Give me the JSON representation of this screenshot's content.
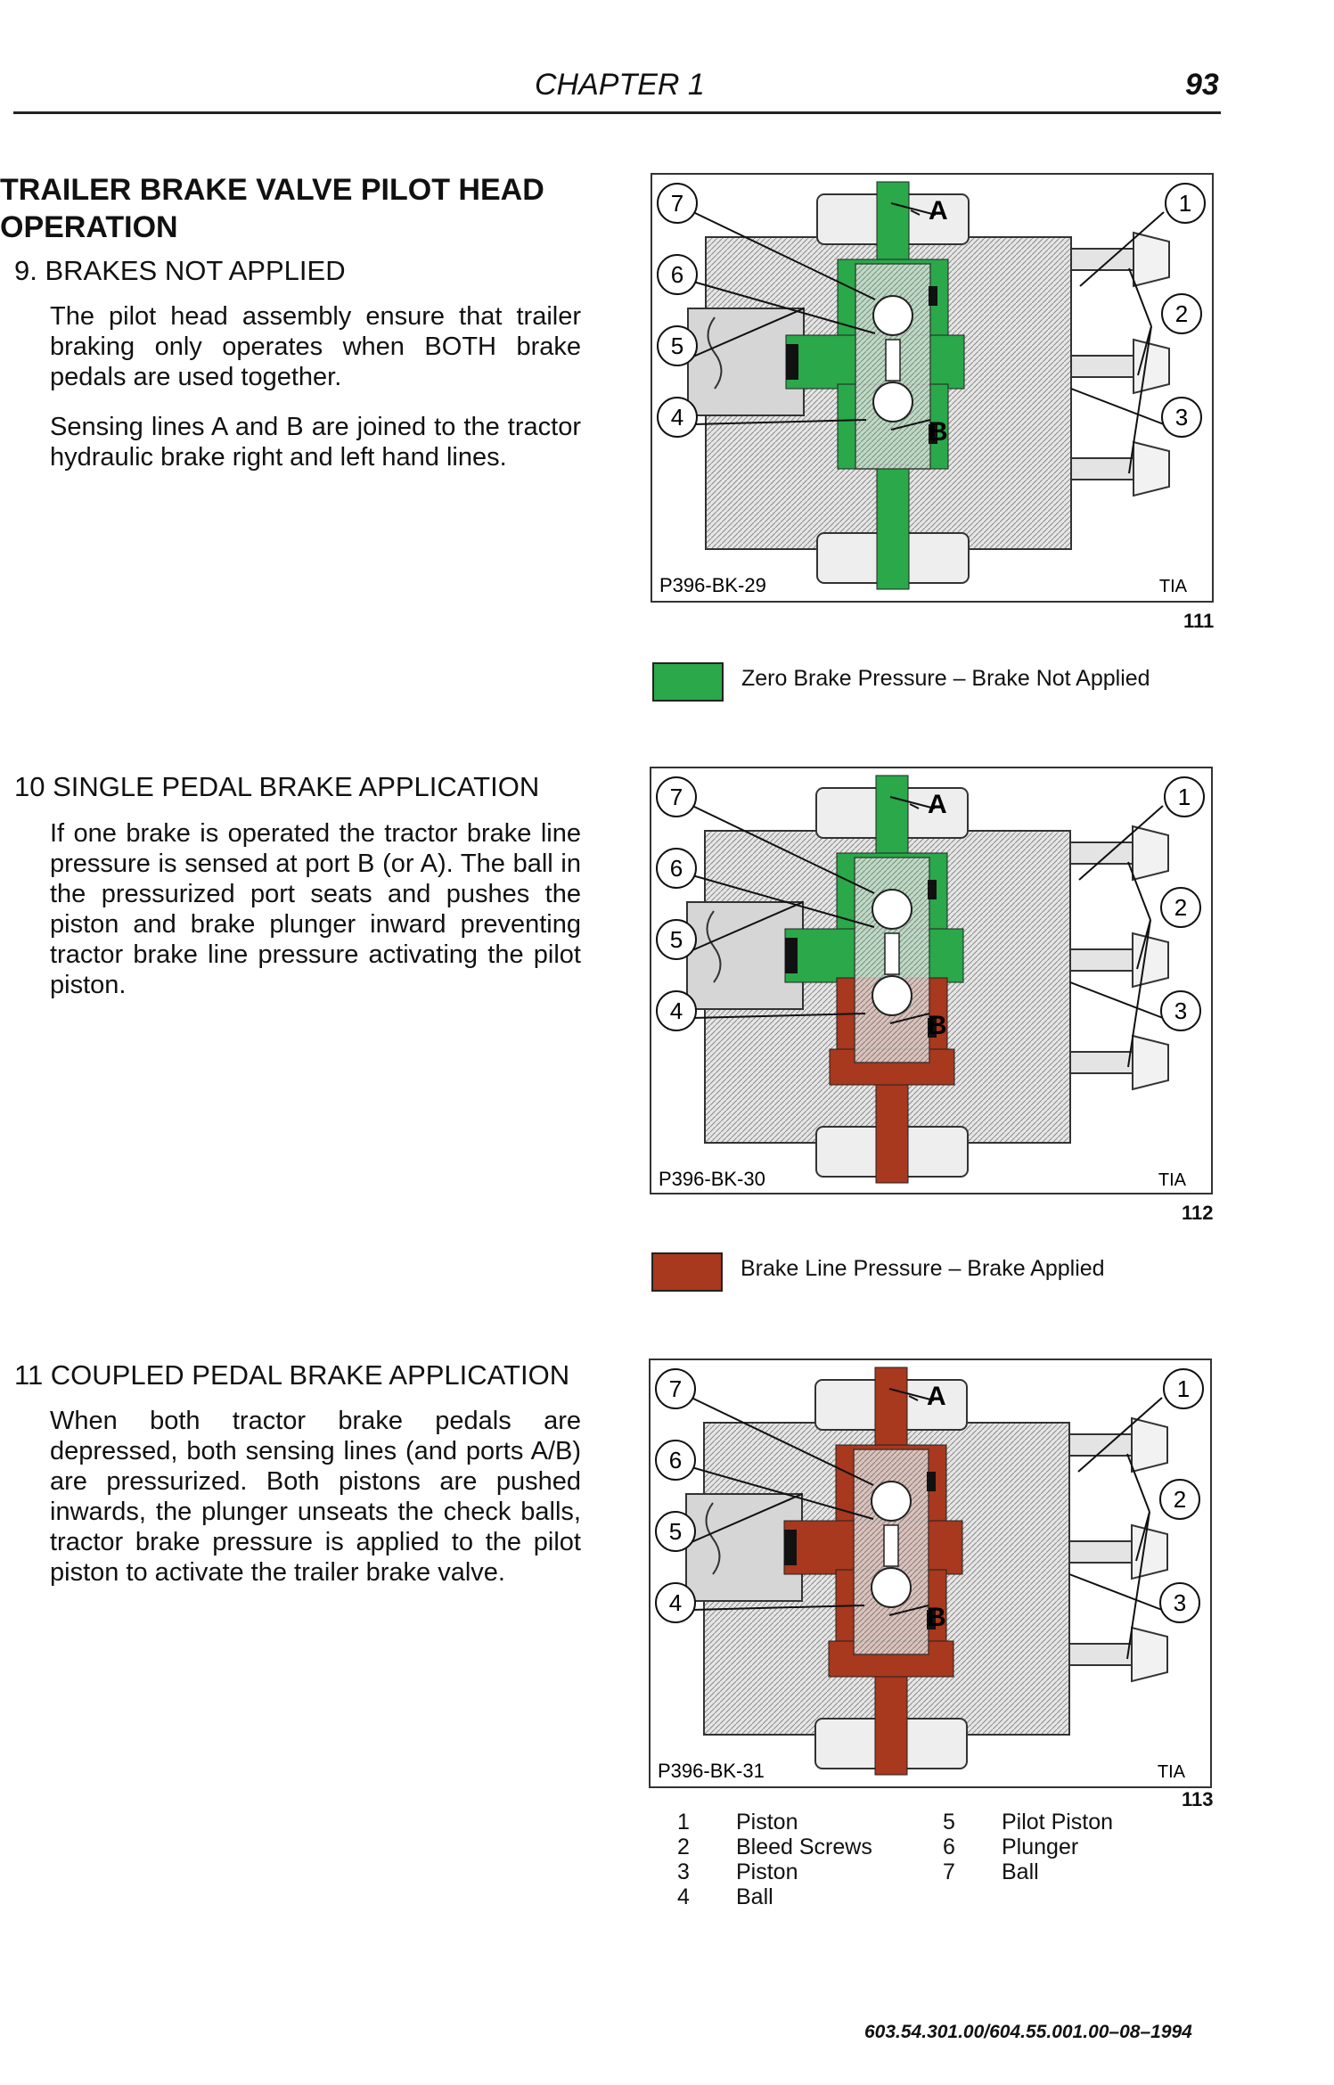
{
  "header": {
    "chapter": "CHAPTER 1",
    "page": "93"
  },
  "title_line1": "TRAILER BRAKE VALVE PILOT HEAD",
  "title_line2": "OPERATION",
  "sections": [
    {
      "heading": "9. BRAKES NOT APPLIED",
      "paragraphs": [
        "The pilot head assembly ensure that trailer braking only operates when BOTH brake pedals are used together.",
        "Sensing lines A and B are joined to the tractor hydraulic brake right and left hand lines."
      ]
    },
    {
      "heading": "10 SINGLE PEDAL BRAKE APPLICATION",
      "paragraphs": [
        "If one brake is operated the tractor brake line pressure is sensed at port B (or A). The ball in the pressurized port seats and pushes the piston and brake plunger inward preventing tractor brake line pressure activating the pilot piston."
      ]
    },
    {
      "heading": "11 COUPLED PEDAL BRAKE APPLICATION",
      "paragraphs": [
        "When both tractor brake pedals are depressed, both sensing lines (and ports A/B) are pressurized. Both pistons are pushed inwards, the plunger unseats the check balls, tractor brake pressure is applied to the pilot piston to activate the trailer brake valve."
      ]
    }
  ],
  "figures": [
    {
      "code": "P396-BK-29",
      "mark": "TIA",
      "number": "111",
      "callouts": [
        "7",
        "6",
        "5",
        "4",
        "1",
        "2",
        "3"
      ],
      "port_top": "A",
      "port_bottom": "B"
    },
    {
      "code": "P396-BK-30",
      "mark": "TIA",
      "number": "112",
      "callouts": [
        "7",
        "6",
        "5",
        "4",
        "1",
        "2",
        "3"
      ],
      "port_top": "A",
      "port_bottom": "B"
    },
    {
      "code": "P396-BK-31",
      "mark": "TIA",
      "number": "113",
      "callouts": [
        "7",
        "6",
        "5",
        "4",
        "1",
        "2",
        "3"
      ],
      "port_top": "A",
      "port_bottom": "B"
    }
  ],
  "legends": [
    {
      "text": "Zero Brake Pressure – Brake Not Applied",
      "color": "#2aa84a"
    },
    {
      "text": "Brake Line Pressure – Brake Applied",
      "color": "#a8381e"
    }
  ],
  "colors": {
    "green": "#2aa84a",
    "red": "#a8381e",
    "hatch": "#c9c9c9"
  },
  "key": [
    {
      "num": "1",
      "label": "Piston"
    },
    {
      "num": "2",
      "label": "Bleed Screws"
    },
    {
      "num": "3",
      "label": "Piston"
    },
    {
      "num": "4",
      "label": "Ball"
    },
    {
      "num": "5",
      "label": "Pilot Piston"
    },
    {
      "num": "6",
      "label": "Plunger"
    },
    {
      "num": "7",
      "label": "Ball"
    }
  ],
  "footer": "603.54.301.00/604.55.001.00–08–1994"
}
